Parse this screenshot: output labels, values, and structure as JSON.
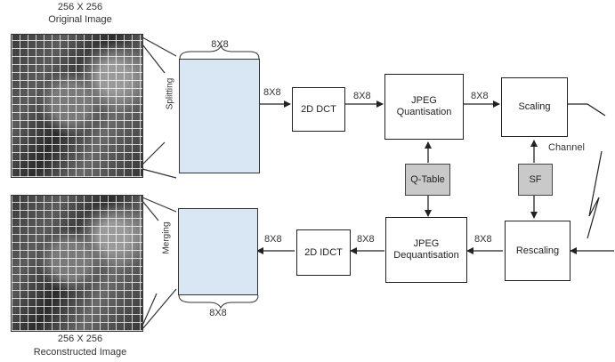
{
  "top_image": {
    "size_label": "256 X 256",
    "caption": "Original Image"
  },
  "bottom_image": {
    "size_label": "256 X 256",
    "caption": "Reconstructed Image"
  },
  "labels": {
    "splitting": "Splitting",
    "merging": "Merging",
    "block_top": "8X8",
    "block_bottom": "8X8",
    "edge_to_dct": "8X8",
    "edge_dct_to_quant": "8X8",
    "edge_quant_to_scaling": "8X8",
    "edge_rescale_to_dequant": "8X8",
    "edge_dequant_to_idct": "8X8",
    "edge_idct_to_merge": "8X8",
    "channel": "Channel"
  },
  "boxes": {
    "dct": "2D DCT",
    "quantisation": "JPEG Quantisation",
    "scaling": "Scaling",
    "qtable": "Q-Table",
    "sf": "SF",
    "idct": "2D IDCT",
    "dequantisation": "JPEG Dequantisation",
    "rescaling": "Rescaling"
  }
}
